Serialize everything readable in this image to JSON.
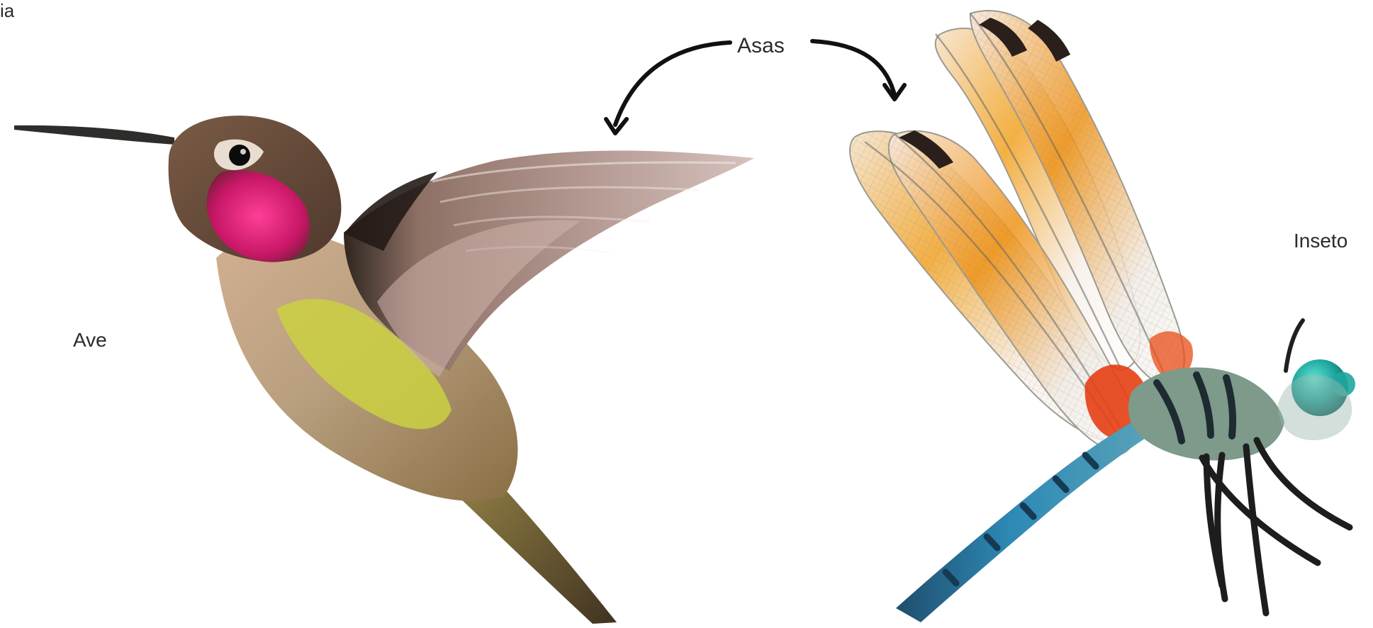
{
  "image": {
    "corner_text": "ia",
    "labels": {
      "wings": "Asas",
      "bird": "Ave",
      "insect": "Inseto"
    },
    "colors": {
      "background": "#ffffff",
      "text": "#2b2b2b",
      "arrow": "#111111",
      "bird_body": "#b59a78",
      "bird_throat": "#d61e76",
      "bird_belly": "#c8d043",
      "bird_wing": "#9c7f7e",
      "dragonfly_wing": "#f0f0ed",
      "dragonfly_orange": "#ef9a18",
      "dragonfly_red": "#e43f14",
      "dragonfly_blue": "#2d89b5",
      "dragonfly_eye": "#1ca39a"
    }
  }
}
